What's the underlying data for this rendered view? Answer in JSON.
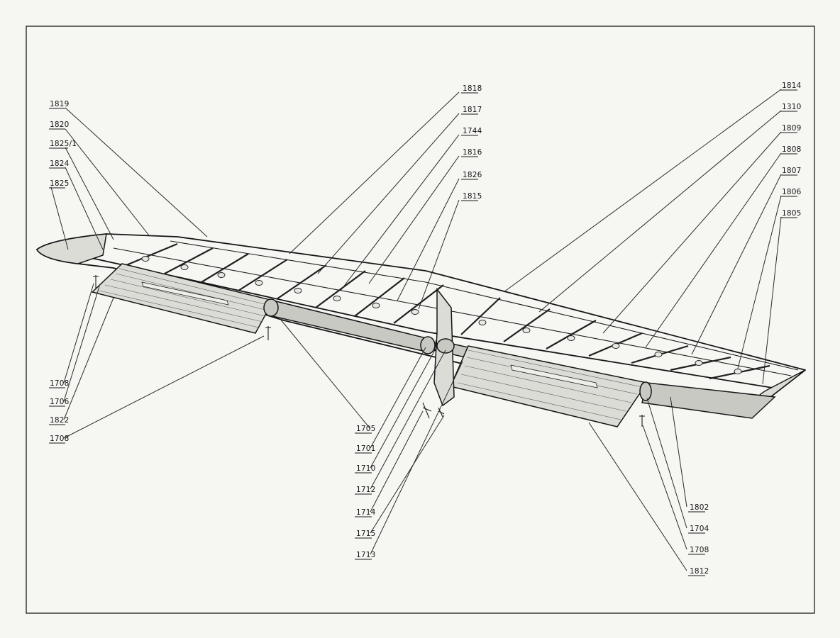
{
  "drawing": {
    "left_callouts": [
      "1819",
      "1820",
      "1825/1",
      "1824",
      "1825"
    ],
    "left_lower_callouts": [
      "1708",
      "1706",
      "1822",
      "1708"
    ],
    "top_center_callouts": [
      "1818",
      "1817",
      "1744",
      "1816",
      "1826",
      "1815"
    ],
    "right_callouts": [
      "1814",
      "1310",
      "1809",
      "1808",
      "1807",
      "1806",
      "1805"
    ],
    "center_lower_callouts": [
      "1705",
      "1701",
      "1710",
      "1712",
      "1714",
      "1715",
      "1713"
    ],
    "right_lower_callouts": [
      "1802",
      "1704",
      "1708",
      "1812"
    ]
  }
}
